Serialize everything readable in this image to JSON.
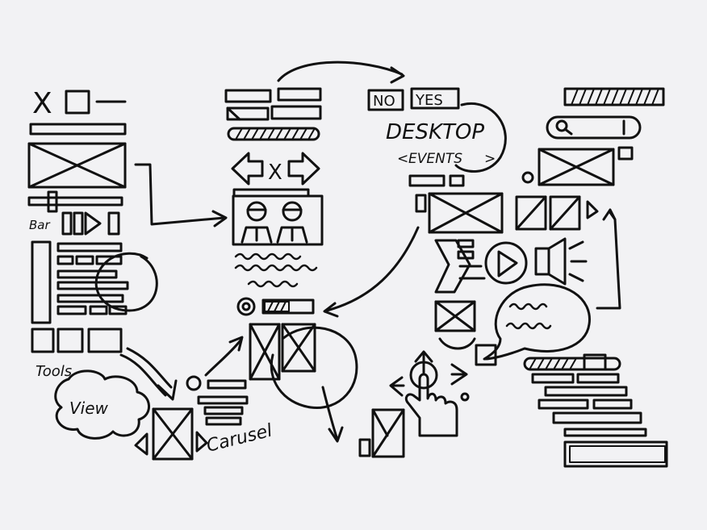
{
  "colors": {
    "background": "#f2f2f4",
    "ink": "#111111"
  },
  "sketch": {
    "close_mark": "X",
    "close_mark_middle": "X",
    "bar_label": "Bar",
    "tools_label": "Tools",
    "view_label": "View",
    "carusel_label": "Carusel",
    "no_label": "NO",
    "yes_label": "YES",
    "desktop_label": "DESKTOP",
    "events_label": "EVENTS"
  },
  "icons": [
    "close-icon",
    "search-icon",
    "play-icon",
    "speaker-icon",
    "arrow-left-icon",
    "arrow-right-icon",
    "hand-pointer-icon",
    "chat-bubble-icon"
  ]
}
